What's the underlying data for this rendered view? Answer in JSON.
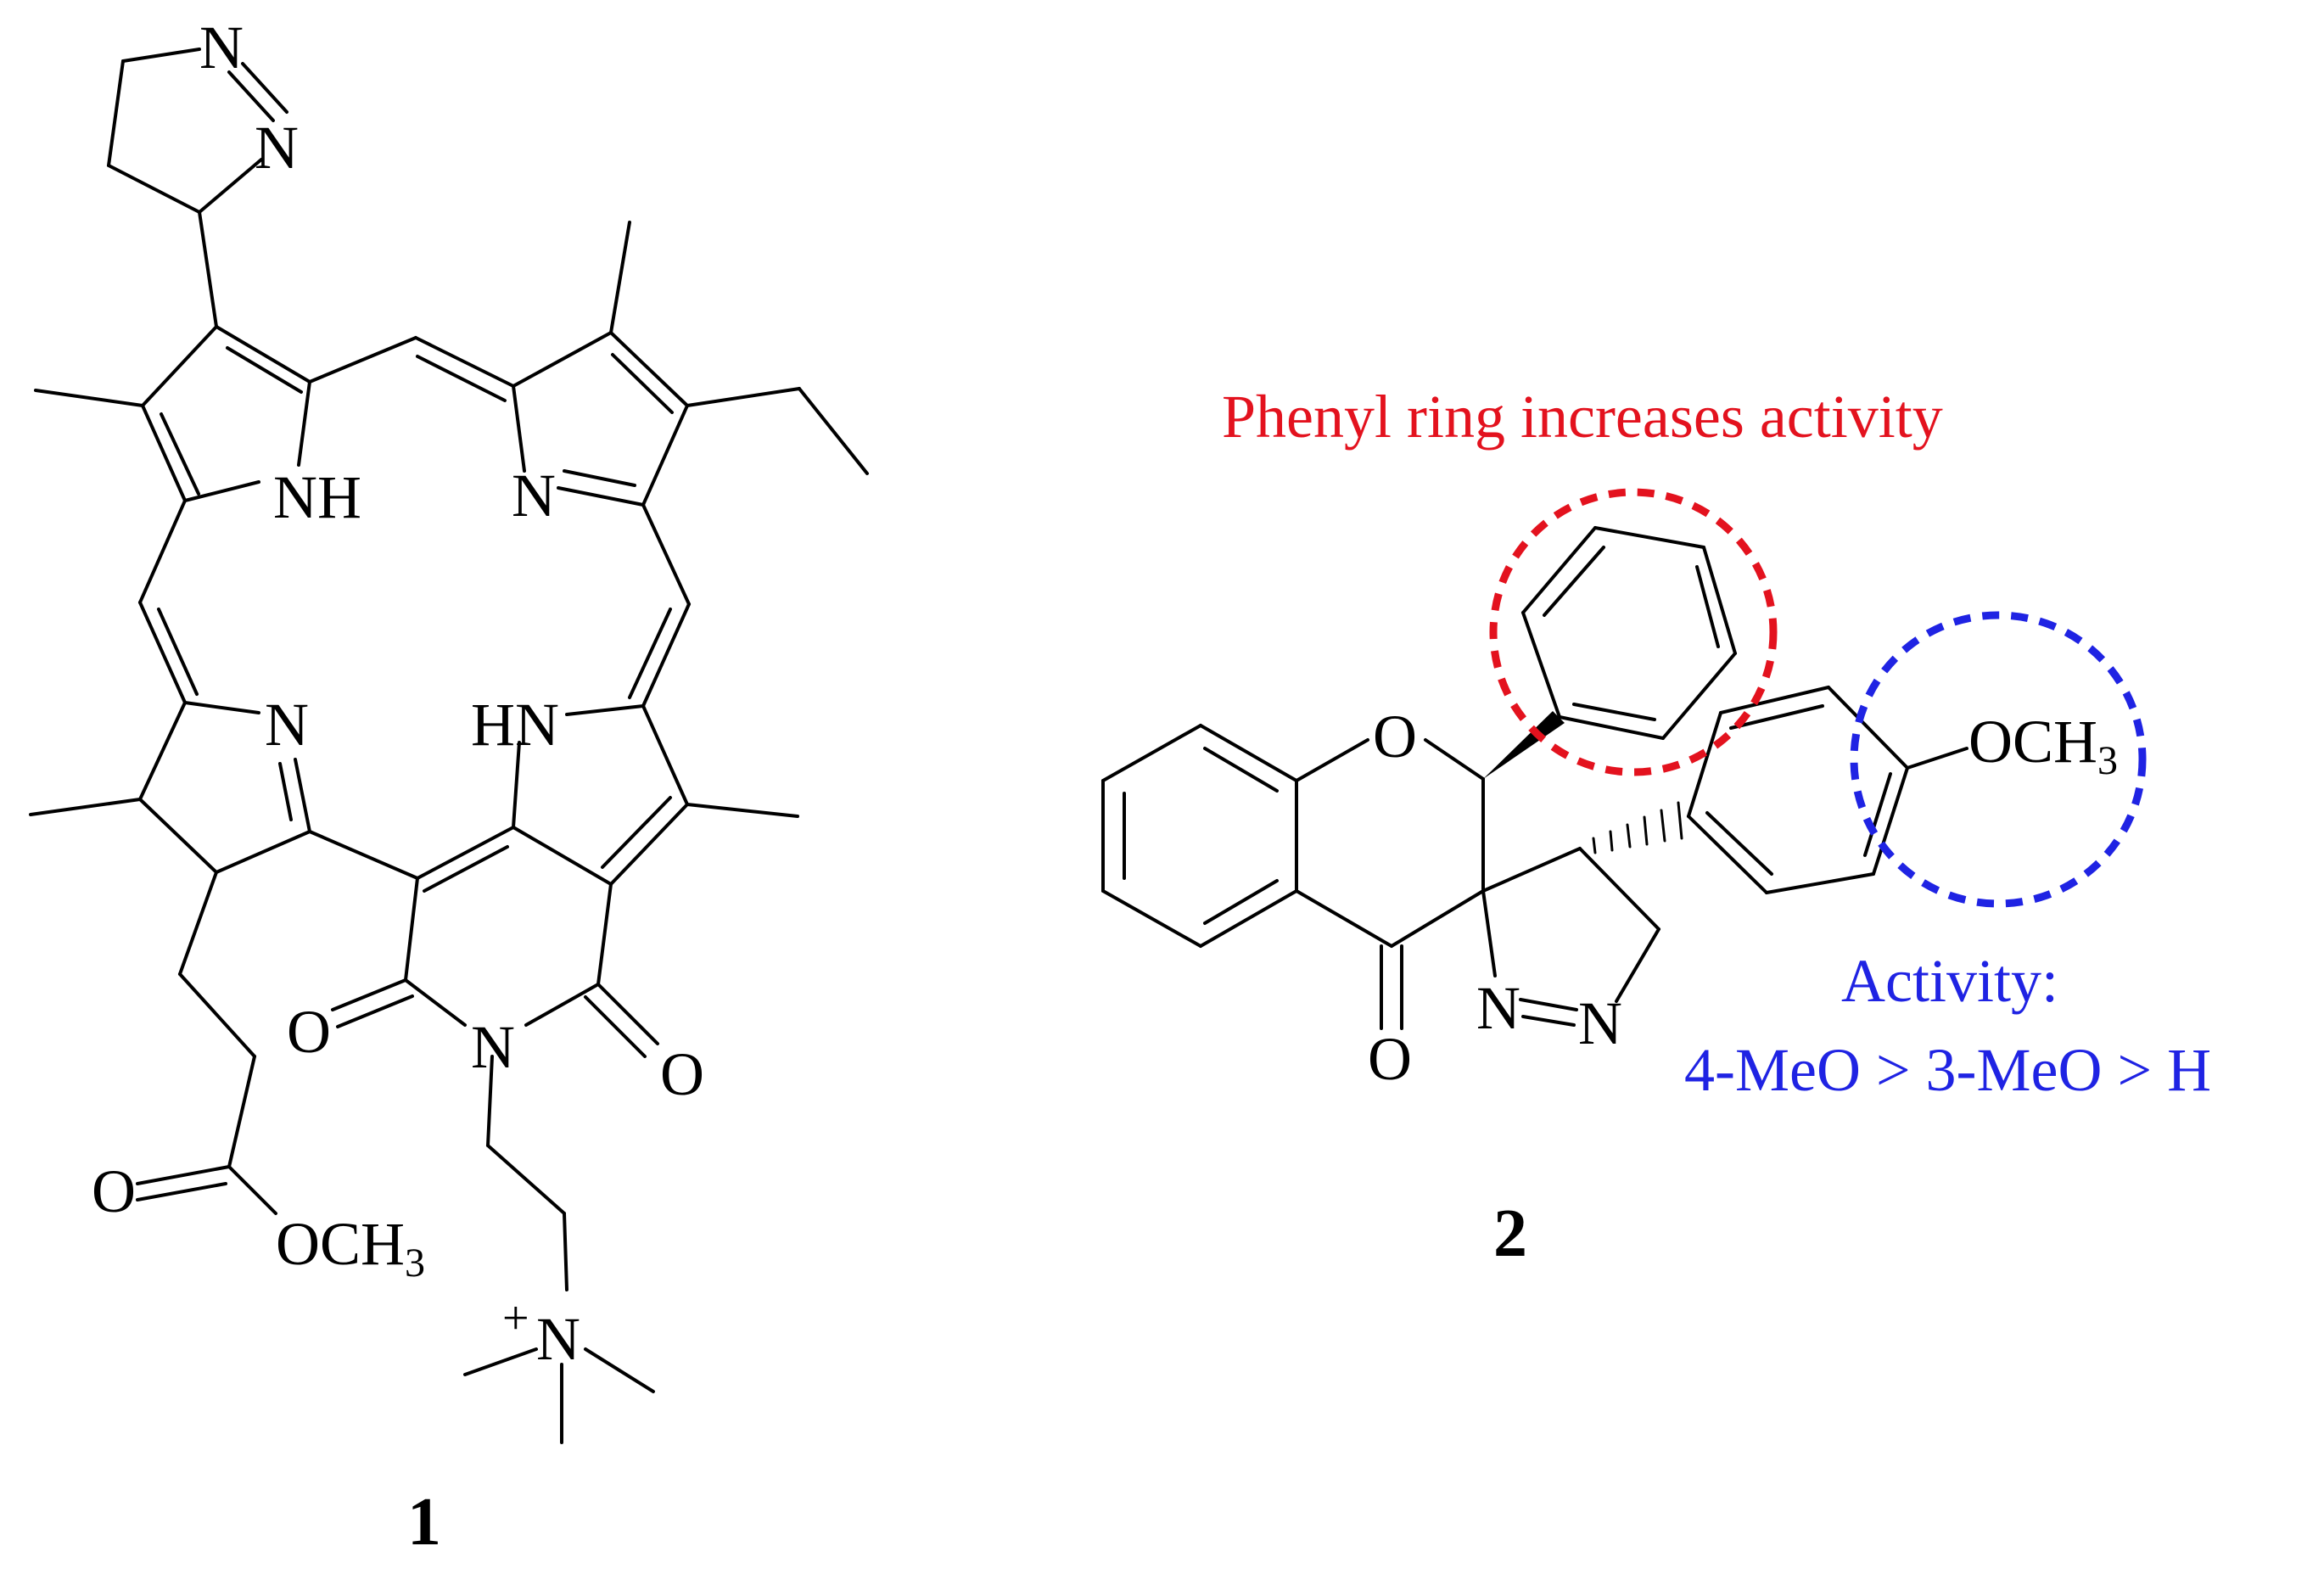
{
  "colors": {
    "bond": "#000000",
    "phenyl_highlight": "#e3121e",
    "methoxy_highlight": "#1f23e3"
  },
  "compound1": {
    "label": "1",
    "atoms": {
      "pyrazoline_n1": "N",
      "pyrazoline_n2": "N",
      "nh_top": "NH",
      "n_top": "N",
      "n_left": "N",
      "hn_right": "HN",
      "o_imide_left": "O",
      "n_imide": "N",
      "o_imide_right": "O",
      "o_ester": "O",
      "ester_och3": "OCH",
      "ester_och3_sub": "3",
      "ammonium_charge": "+",
      "ammonium_n": "N"
    }
  },
  "compound2": {
    "label": "2",
    "atoms": {
      "ring_o": "O",
      "carbonyl_o": "O",
      "pyrazoline_n1": "N",
      "pyrazoline_n2": "N",
      "aryl_och3": "OCH",
      "aryl_och3_sub": "3"
    },
    "annotations": {
      "phenyl_note": "Phenyl ring increases activity",
      "activity_title": "Activity:",
      "activity_order": "4-MeO > 3-MeO > H"
    }
  }
}
